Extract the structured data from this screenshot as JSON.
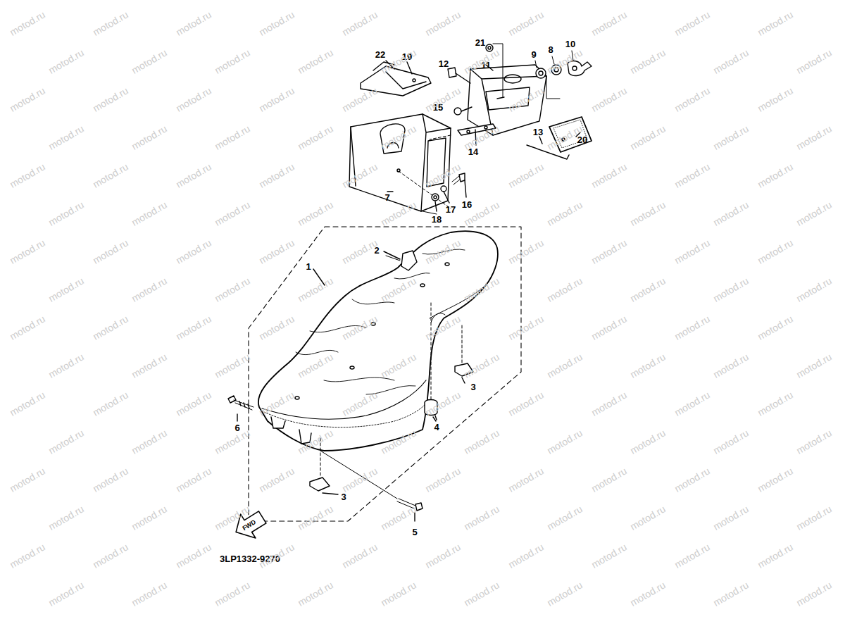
{
  "diagram": {
    "labels": [
      "21",
      "22",
      "19",
      "12",
      "11",
      "9",
      "8",
      "10",
      "15",
      "20",
      "13",
      "14",
      "7",
      "16",
      "17",
      "18",
      "1",
      "2",
      "3",
      "4",
      "6",
      "3",
      "5",
      "3LP1332-9270",
      "FWD",
      "motod.ru",
      "motod.ru",
      "motod.ru",
      "motod.ru",
      "motod.ru",
      "motod.ru",
      "motod.ru",
      "motod.ru",
      "motod.ru",
      "motod.ru",
      "motod.ru",
      "motod.ru",
      "motod.ru",
      "motod.ru",
      "motod.ru",
      "motod.ru",
      "motod.ru",
      "motod.ru",
      "motod.ru",
      "motod.ru",
      "motod.ru",
      "motod.ru",
      "motod.ru",
      "motod.ru",
      "motod.ru",
      "motod.ru",
      "motod.ru",
      "motod.ru",
      "motod.ru",
      "motod.ru",
      "motod.ru",
      "motod.ru",
      "motod.ru",
      "motod.ru",
      "motod.ru",
      "motod.ru",
      "motod.ru",
      "motod.ru",
      "motod.ru",
      "motod.ru",
      "motod.ru",
      "motod.ru",
      "motod.ru",
      "motod.ru",
      "motod.ru",
      "motod.ru",
      "motod.ru",
      "motod.ru",
      "motod.ru",
      "motod.ru",
      "motod.ru",
      "motod.ru",
      "motod.ru",
      "motod.ru",
      "motod.ru",
      "motod.ru",
      "motod.ru",
      "motod.ru",
      "motod.ru",
      "motod.ru",
      "motod.ru",
      "motod.ru",
      "motod.ru",
      "motod.ru",
      "motod.ru",
      "motod.ru",
      "motod.ru",
      "motod.ru",
      "motod.ru",
      "motod.ru",
      "motod.ru",
      "motod.ru",
      "motod.ru",
      "motod.ru",
      "motod.ru",
      "motod.ru",
      "motod.ru",
      "motod.ru",
      "motod.ru",
      "motod.ru",
      "motod.ru",
      "motod.ru",
      "motod.ru",
      "motod.ru",
      "motod.ru",
      "motod.ru",
      "motod.ru",
      "motod.ru",
      "motod.ru",
      "motod.ru",
      "motod.ru",
      "motod.ru",
      "motod.ru",
      "motod.ru",
      "motod.ru",
      "motod.ru",
      "motod.ru",
      "motod.ru",
      "motod.ru",
      "motod.ru",
      "motod.ru",
      "motod.ru",
      "motod.ru",
      "motod.ru",
      "motod.ru",
      "motod.ru",
      "motod.ru",
      "motod.ru",
      "motod.ru",
      "motod.ru",
      "motod.ru",
      "motod.ru",
      "motod.ru",
      "motod.ru",
      "motod.ru",
      "motod.ru",
      "motod.ru",
      "motod.ru",
      "motod.ru",
      "motod.ru",
      "motod.ru",
      "motod.ru",
      "motod.ru",
      "motod.ru",
      "motod.ru",
      "motod.ru",
      "motod.ru",
      "motod.ru",
      "motod.ru",
      "motod.ru",
      "motod.ru",
      "motod.ru",
      "motod.ru",
      "motod.ru",
      "motod.ru",
      "motod.ru",
      "motod.ru",
      "motod.ru",
      "motod.ru",
      "motod.ru",
      "motod.ru",
      "motod.ru",
      "motod.ru",
      "motod.ru",
      "motod.ru",
      "motod.ru",
      "motod.ru",
      "motod.ru",
      "motod.ru",
      "motod.ru",
      "motod.ru",
      "motod.ru",
      "motod.ru",
      "motod.ru",
      "motod.ru",
      "motod.ru",
      "motod.ru",
      "motod.ru",
      "motod.ru",
      "motod.ru"
    ]
  }
}
